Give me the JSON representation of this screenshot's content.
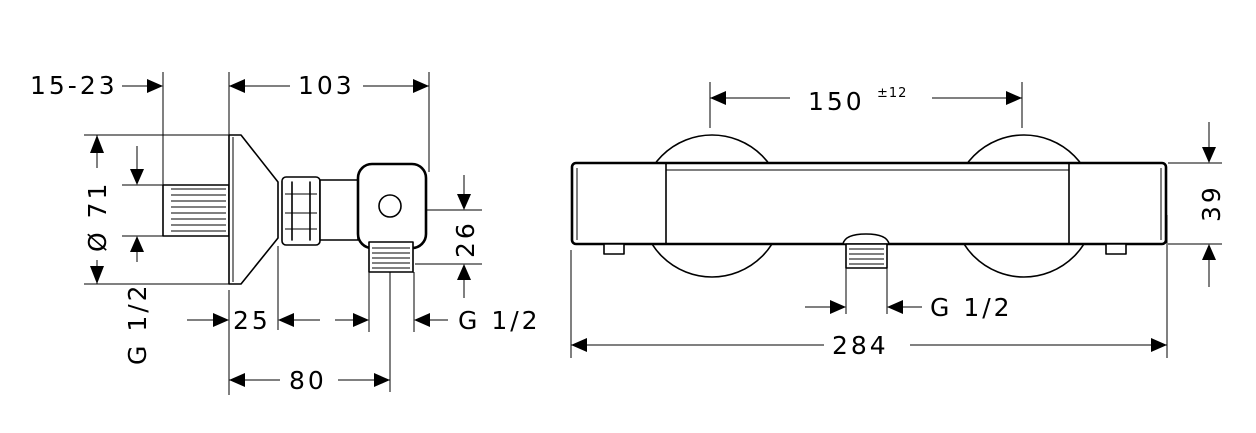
{
  "side_view": {
    "dim_wall_offset": "15-23",
    "dim_depth": "103",
    "dim_diameter": "Ø 71",
    "dim_outlet_height": "26",
    "dim_thread_left": "G 1/2",
    "dim_25": "25",
    "dim_thread_bottom": "G 1/2",
    "dim_80": "80"
  },
  "front_view": {
    "dim_center_distance": "150",
    "dim_tolerance": "±12",
    "dim_body_height": "39",
    "dim_outlet_thread": "G 1/2",
    "dim_total_width": "284"
  },
  "colors": {
    "line": "#000000",
    "background": "#ffffff"
  }
}
